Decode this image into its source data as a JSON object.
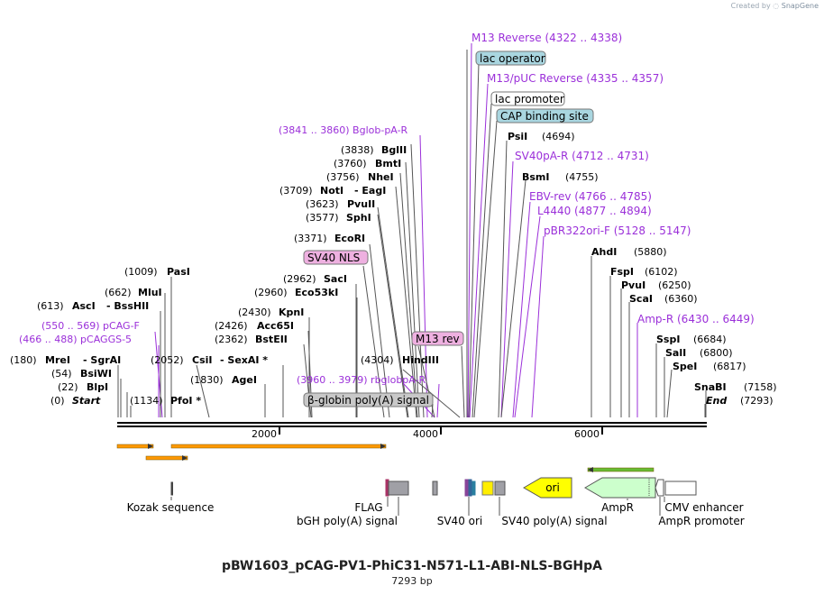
{
  "credit": {
    "prefix": "Created by",
    "brand": "SnapGene"
  },
  "plasmid": {
    "name": "pBW1603_pCAG-PV1-PhiC31-N571-L1-ABI-NLS-BGHpA",
    "length_label": "7293 bp"
  },
  "colors": {
    "feature_purple": "#9b30d9",
    "enzyme_black": "#000000",
    "line_gray": "#888888",
    "orange": "#ff9900",
    "green": "#66bb33"
  },
  "ruler": {
    "ticks": [
      {
        "label": "2000"
      },
      {
        "label": "4000"
      },
      {
        "label": "6000"
      }
    ]
  },
  "labels": {
    "L_pcagf": {
      "text": "(550 .. 569)  pCAG-F"
    },
    "L_pcaggs": {
      "text": "(466 .. 488)  pCAGGS-5"
    },
    "L_bglob": {
      "text": "(3841 .. 3860)  Bglob-pA-R"
    },
    "L_m13rev_site": {
      "text": "M13 Reverse    (4322 .. 4338)"
    },
    "L_m13puc": {
      "text": "M13/pUC Reverse    (4335 .. 4357)"
    },
    "L_sv40par": {
      "text": "SV40pA-R    (4712 .. 4731)"
    },
    "L_ebv": {
      "text": "EBV-rev    (4766 .. 4785)"
    },
    "L_l4440": {
      "text": "L4440    (4877 .. 4894)"
    },
    "L_pbr": {
      "text": "pBR322ori-F    (5128 .. 5147)"
    },
    "L_ampr_primer": {
      "text": "Amp-R    (6430 .. 6449)"
    },
    "L_rbglob": {
      "text": "(3960 .. 3979)  rbglobpA-R"
    },
    "E_mrei_pos": {
      "text": "(180)"
    },
    "E_mrei": {
      "text": "MreI"
    },
    "E_sgrai": {
      "text": "-  SgrAI"
    },
    "E_bsiwi_pos": {
      "text": "(54)"
    },
    "E_bsiwi": {
      "text": "BsiWI"
    },
    "E_blpi_pos": {
      "text": "(22)"
    },
    "E_blpi": {
      "text": "BlpI"
    },
    "E_start_pos": {
      "text": "(0)"
    },
    "E_start": {
      "text": "Start"
    },
    "E_asci_pos": {
      "text": "(613)"
    },
    "E_asci": {
      "text": "AscI"
    },
    "E_bsshii": {
      "text": "-  BssHII"
    },
    "E_mlui_pos": {
      "text": "(662)"
    },
    "E_mlui": {
      "text": "MluI"
    },
    "E_pasi_pos": {
      "text": "(1009)"
    },
    "E_pasi": {
      "text": "PasI"
    },
    "E_pfoi_pos": {
      "text": "(1134)"
    },
    "E_pfoi": {
      "text": "PfoI *"
    },
    "E_csii_pos": {
      "text": "(2052)"
    },
    "E_csii": {
      "text": "CsiI"
    },
    "E_sexai": {
      "text": "-  SexAI *"
    },
    "E_agei_pos": {
      "text": "(1830)"
    },
    "E_agei": {
      "text": "AgeI"
    },
    "E_kpni_pos": {
      "text": "(2430)"
    },
    "E_kpni": {
      "text": "KpnI"
    },
    "E_acc65i_pos": {
      "text": "(2426)"
    },
    "E_acc65i": {
      "text": "Acc65I"
    },
    "E_bsteii_pos": {
      "text": "(2362)"
    },
    "E_bsteii": {
      "text": "BstEII"
    },
    "E_saci_pos": {
      "text": "(2962)"
    },
    "E_saci": {
      "text": "SacI"
    },
    "E_eco53ki_pos": {
      "text": "(2960)"
    },
    "E_eco53ki": {
      "text": "Eco53kI"
    },
    "E_ecori_pos": {
      "text": "(3371)"
    },
    "E_ecori": {
      "text": "EcoRI"
    },
    "E_sphi_pos": {
      "text": "(3577)"
    },
    "E_sphi": {
      "text": "SphI"
    },
    "E_pvuii_pos": {
      "text": "(3623)"
    },
    "E_pvuii": {
      "text": "PvuII"
    },
    "E_noti_pos": {
      "text": "(3709)"
    },
    "E_noti": {
      "text": "NotI"
    },
    "E_eagi": {
      "text": "-  EagI"
    },
    "E_nhei_pos": {
      "text": "(3756)"
    },
    "E_nhei": {
      "text": "NheI"
    },
    "E_bmti_pos": {
      "text": "(3760)"
    },
    "E_bmti": {
      "text": "BmtI"
    },
    "E_bglii_pos": {
      "text": "(3838)"
    },
    "E_bglii": {
      "text": "BglII"
    },
    "E_hindiii_pos": {
      "text": "(4304)"
    },
    "E_hindiii": {
      "text": "HindIII"
    },
    "E_psii": {
      "text": "PsiI"
    },
    "E_psii_pos": {
      "text": "(4694)"
    },
    "E_bsmi": {
      "text": "BsmI"
    },
    "E_bsmi_pos": {
      "text": "(4755)"
    },
    "E_ahdi": {
      "text": "AhdI"
    },
    "E_ahdi_pos": {
      "text": "(5880)"
    },
    "E_fspi": {
      "text": "FspI"
    },
    "E_fspi_pos": {
      "text": "(6102)"
    },
    "E_pvui": {
      "text": "PvuI"
    },
    "E_pvui_pos": {
      "text": "(6250)"
    },
    "E_scai": {
      "text": "ScaI"
    },
    "E_scai_pos": {
      "text": "(6360)"
    },
    "E_sspi": {
      "text": "SspI"
    },
    "E_sspi_pos": {
      "text": "(6684)"
    },
    "E_sali": {
      "text": "SalI"
    },
    "E_sali_pos": {
      "text": "(6800)"
    },
    "E_spei": {
      "text": "SpeI"
    },
    "E_spei_pos": {
      "text": "(6817)"
    },
    "E_snabi": {
      "text": "SnaBI"
    },
    "E_snabi_pos": {
      "text": "(7158)"
    },
    "E_end": {
      "text": "End"
    },
    "E_end_pos": {
      "text": "(7293)"
    },
    "B_lacop": {
      "text": "lac operator"
    },
    "B_lacprom": {
      "text": "lac promoter"
    },
    "B_cap": {
      "text": "CAP binding site"
    },
    "B_sv40nls": {
      "text": "SV40 NLS"
    },
    "B_m13rev": {
      "text": "M13 rev"
    },
    "B_bglobin": {
      "text": "β-globin poly(A) signal"
    },
    "F_kozak": {
      "text": "Kozak sequence"
    },
    "F_flag": {
      "text": "FLAG"
    },
    "F_bgh": {
      "text": "bGH poly(A) signal"
    },
    "F_sv40ori": {
      "text": "SV40 ori"
    },
    "F_sv40pa": {
      "text": "SV40 poly(A) signal"
    },
    "F_ori": {
      "text": "ori"
    },
    "F_ampr": {
      "text": "AmpR"
    },
    "F_amprprom": {
      "text": "AmpR promoter"
    },
    "F_cmv": {
      "text": "CMV enhancer"
    }
  }
}
